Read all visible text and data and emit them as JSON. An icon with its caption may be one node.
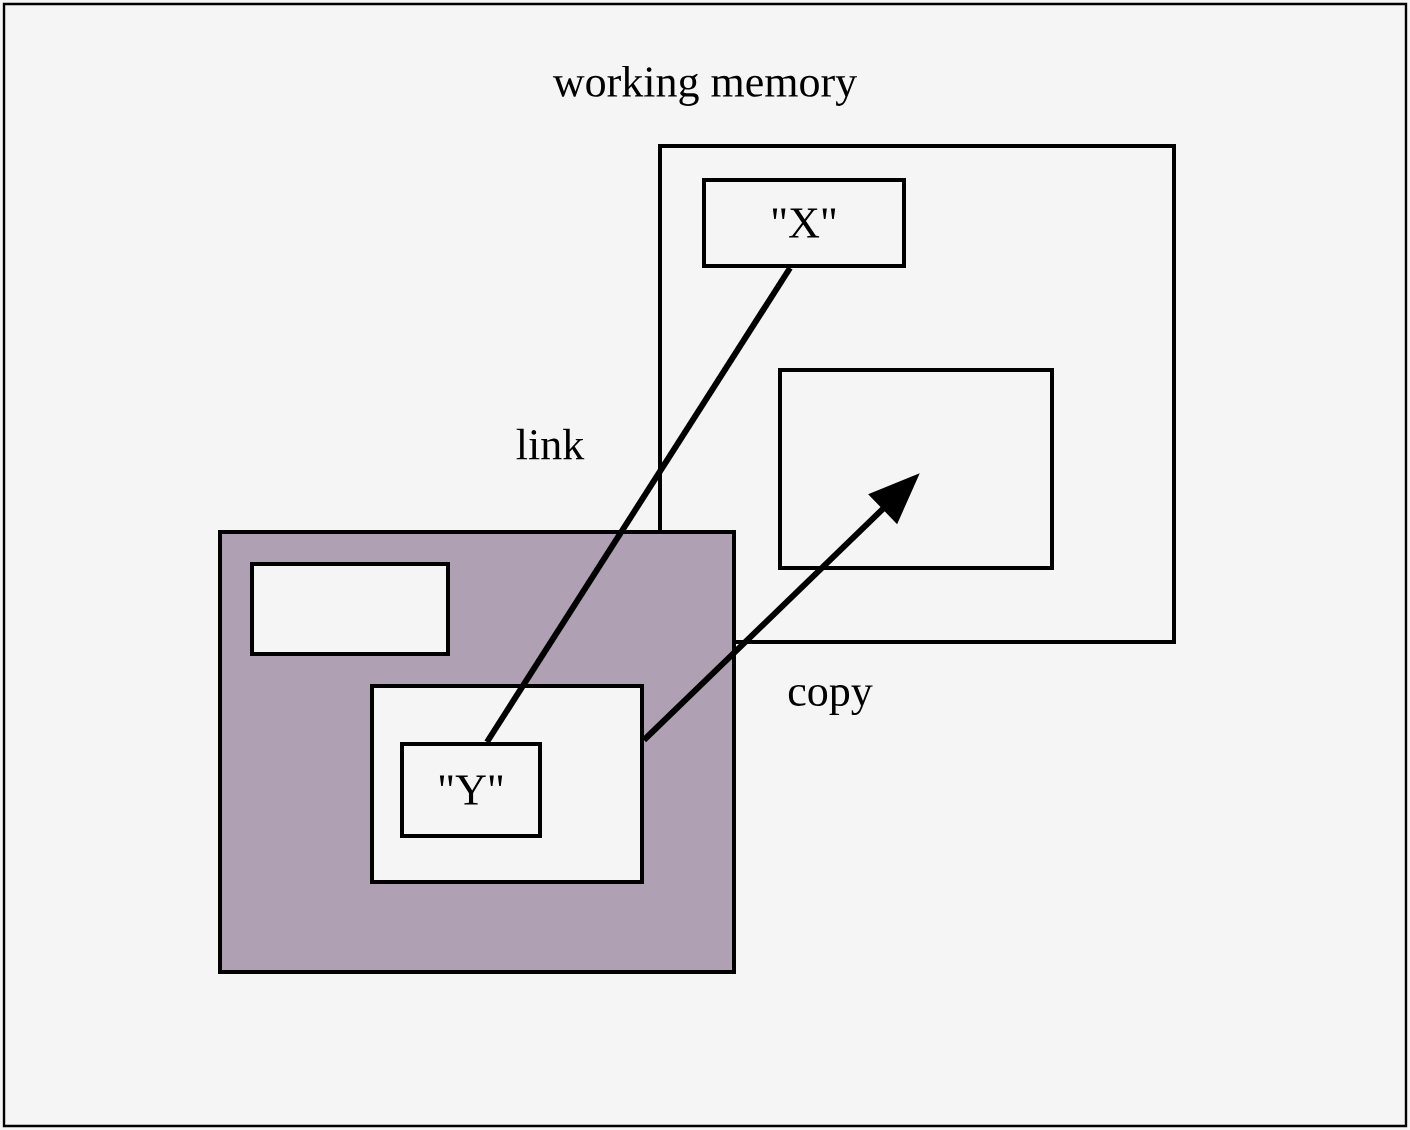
{
  "diagram": {
    "nodes": [
      {
        "text": [
          "working memory"
        ]
      },
      {
        "text": [],
        "shape": "box",
        "in": 0
      },
      {
        "text": [
          "\"X\""
        ],
        "in": 1
      },
      {
        "text": [],
        "shape": "box",
        "in": 1
      },
      {
        "text": [],
        "shape": "box",
        "in": 0
      },
      {
        "text": [],
        "shape": "box",
        "in": 4
      },
      {
        "text": [],
        "shape": "box",
        "in": 4
      },
      {
        "text": [
          "\"Y\""
        ],
        "in": 6
      }
    ],
    "edges": [
      {
        "from": 7,
        "to": 2,
        "arrow": "none",
        "label": "link"
      },
      {
        "from": 6,
        "to": 3,
        "arrow": "to",
        "label": "copy"
      }
    ]
  }
}
